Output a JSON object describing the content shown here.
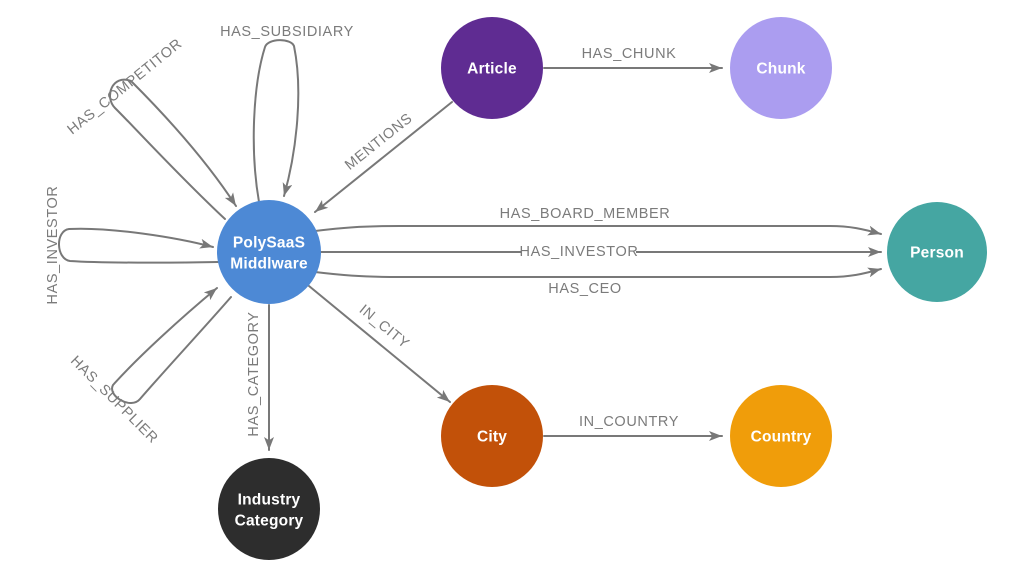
{
  "diagram": {
    "type": "graph-schema",
    "background": "#ffffff",
    "edge_color": "#787878",
    "edge_label_color": "#7b7b7b",
    "node_label_color": "#ffffff",
    "nodes": {
      "company": {
        "line1": "PolySaaS",
        "line2": "Middlware",
        "color": "#4d89d5"
      },
      "article": {
        "label": "Article",
        "color": "#5f2c92"
      },
      "chunk": {
        "label": "Chunk",
        "color": "#ab9df0"
      },
      "person": {
        "label": "Person",
        "color": "#45a6a2"
      },
      "city": {
        "label": "City",
        "color": "#c25109"
      },
      "country": {
        "label": "Country",
        "color": "#f09d0a"
      },
      "industry": {
        "line1": "Industry",
        "line2": "Category",
        "color": "#2d2d2d"
      }
    },
    "edges": {
      "has_competitor": {
        "label": "HAS_COMPETITOR"
      },
      "has_subsidiary": {
        "label": "HAS_SUBSIDIARY"
      },
      "has_investor_loop": {
        "label": "HAS_INVESTOR"
      },
      "has_supplier": {
        "label": "HAS_SUPPLIER"
      },
      "mentions": {
        "label": "MENTIONS"
      },
      "has_chunk": {
        "label": "HAS_CHUNK"
      },
      "has_board_member": {
        "label": "HAS_BOARD_MEMBER"
      },
      "has_investor": {
        "label": "HAS_INVESTOR"
      },
      "has_ceo": {
        "label": "HAS_CEO"
      },
      "in_city": {
        "label": "IN_CITY"
      },
      "has_category": {
        "label": "HAS_CATEGORY"
      },
      "in_country": {
        "label": "IN_COUNTRY"
      }
    }
  }
}
